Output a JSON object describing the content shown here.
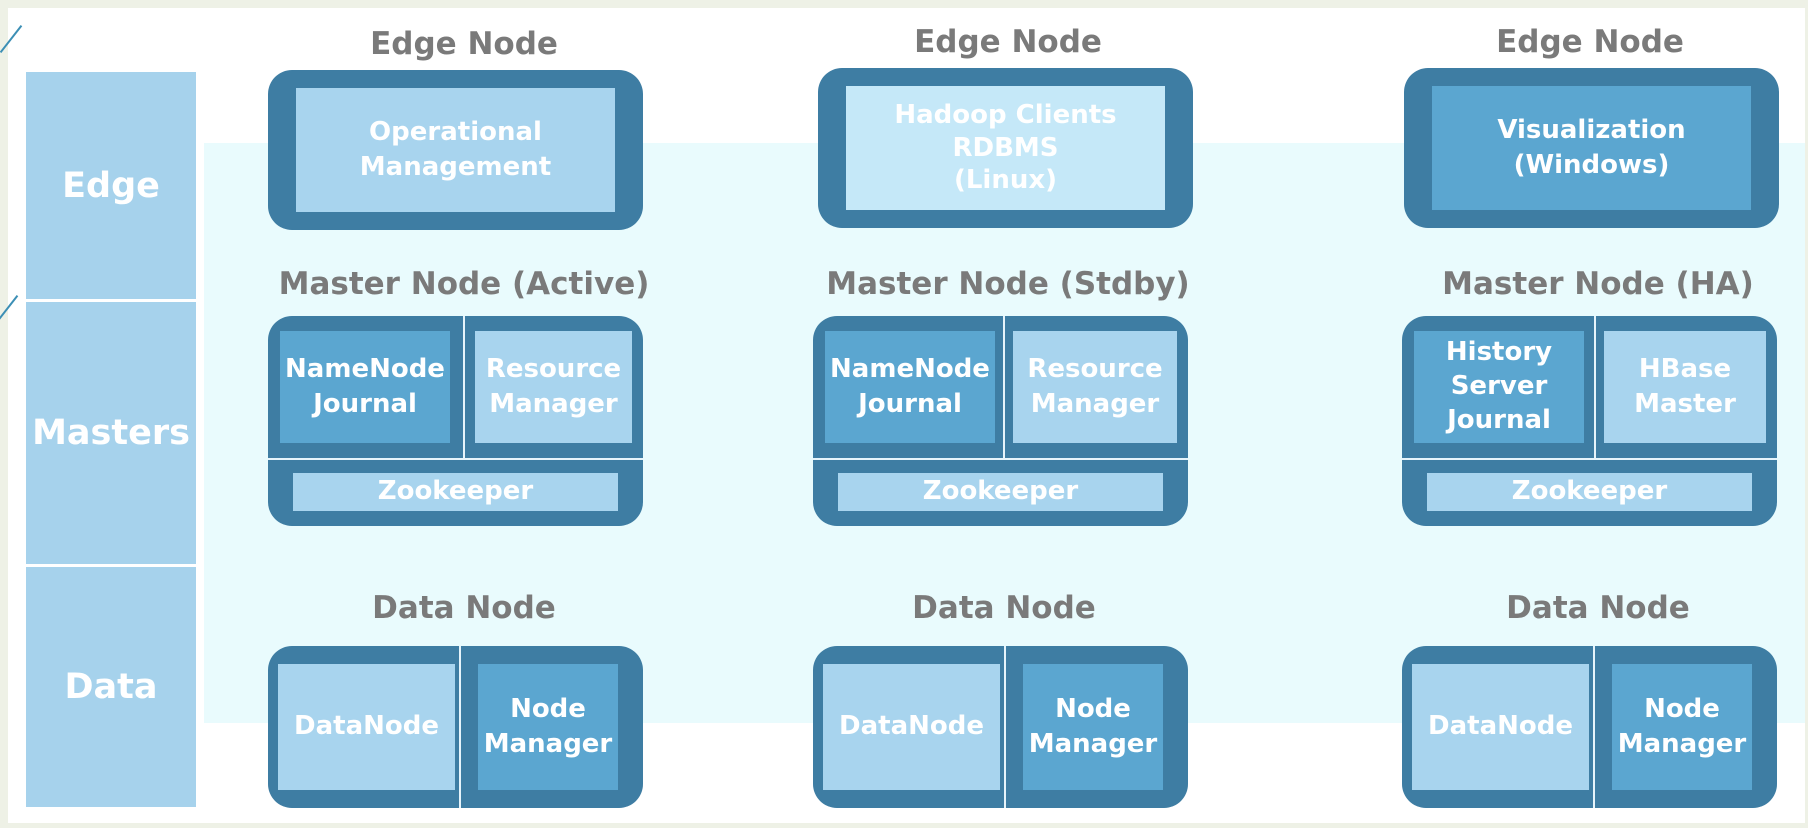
{
  "tiers": [
    "Edge",
    "Masters",
    "Data"
  ],
  "edge_nodes": [
    {
      "title": "Edge Node",
      "body": "Operational Management"
    },
    {
      "title": "Edge Node",
      "body_lines": [
        "Hadoop Clients",
        "RDBMS",
        "(Linux)"
      ]
    },
    {
      "title": "Edge Node",
      "body_lines": [
        "Visualization",
        "(Windows)"
      ]
    }
  ],
  "master_nodes": [
    {
      "title": "Master Node (Active)",
      "left_lines": [
        "NameNode",
        "Journal"
      ],
      "right_lines": [
        "Resource",
        "Manager"
      ],
      "bottom": "Zookeeper"
    },
    {
      "title": "Master Node (Stdby)",
      "left_lines": [
        "NameNode",
        "Journal"
      ],
      "right_lines": [
        "Resource",
        "Manager"
      ],
      "bottom": "Zookeeper"
    },
    {
      "title": "Master Node (HA)",
      "left_lines": [
        "History",
        "Server",
        "Journal"
      ],
      "right_lines": [
        "HBase",
        "Master"
      ],
      "bottom": "Zookeeper"
    }
  ],
  "data_nodes": [
    {
      "title": "Data Node",
      "left": "DataNode",
      "right_lines": [
        "Node",
        "Manager"
      ]
    },
    {
      "title": "Data Node",
      "left": "DataNode",
      "right_lines": [
        "Node",
        "Manager"
      ]
    },
    {
      "title": "Data Node",
      "left": "DataNode",
      "right_lines": [
        "Node",
        "Manager"
      ]
    }
  ],
  "colors": {
    "node_frame": "#3e7da3",
    "tier_label_bg": "#a6d2ec",
    "box_light": "#a8d4ee",
    "box_mid": "#5ba6d0",
    "title_text": "#7a7a7a"
  }
}
